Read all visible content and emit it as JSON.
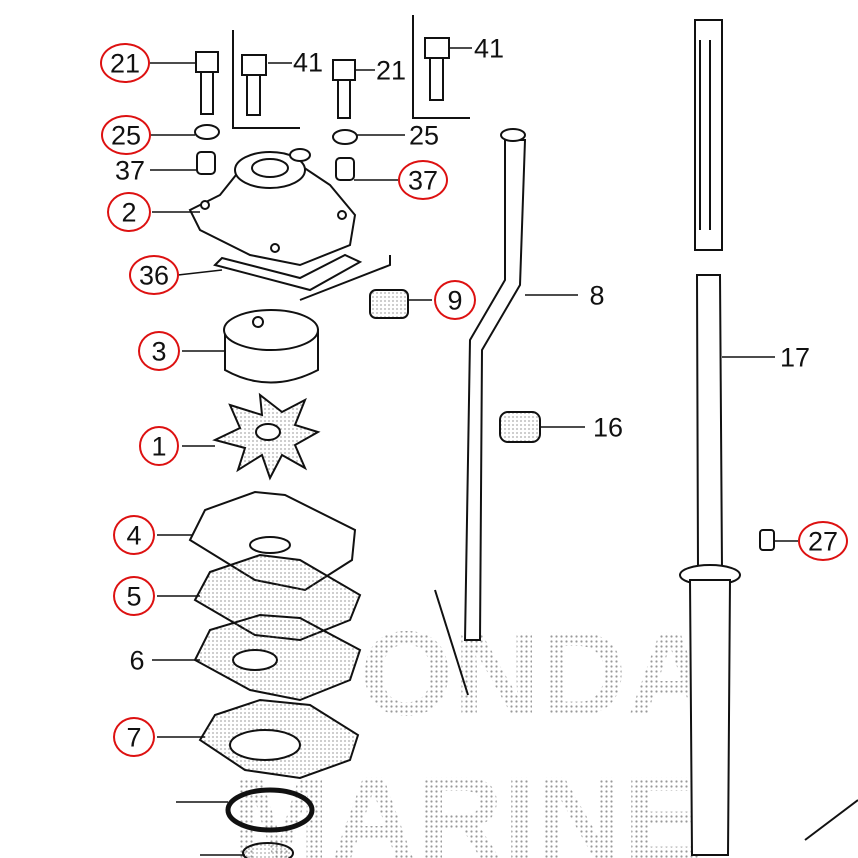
{
  "diagram": {
    "title": "Water pump and shafts exploded parts diagram",
    "watermark": "HONDA MARINE",
    "highlight_color": "#dd1111",
    "callouts": [
      {
        "id": "21a",
        "label": "21",
        "circled": true
      },
      {
        "id": "41a",
        "label": "41",
        "circled": false
      },
      {
        "id": "21b",
        "label": "21",
        "circled": false
      },
      {
        "id": "41b",
        "label": "41",
        "circled": false
      },
      {
        "id": "25a",
        "label": "25",
        "circled": true
      },
      {
        "id": "25b",
        "label": "25",
        "circled": false
      },
      {
        "id": "37a",
        "label": "37",
        "circled": false
      },
      {
        "id": "37b",
        "label": "37",
        "circled": true
      },
      {
        "id": "2",
        "label": "2",
        "circled": true
      },
      {
        "id": "36",
        "label": "36",
        "circled": true
      },
      {
        "id": "9",
        "label": "9",
        "circled": true
      },
      {
        "id": "8",
        "label": "8",
        "circled": false
      },
      {
        "id": "3",
        "label": "3",
        "circled": true
      },
      {
        "id": "17",
        "label": "17",
        "circled": false
      },
      {
        "id": "1",
        "label": "1",
        "circled": true
      },
      {
        "id": "16",
        "label": "16",
        "circled": false
      },
      {
        "id": "4",
        "label": "4",
        "circled": true
      },
      {
        "id": "27",
        "label": "27",
        "circled": true
      },
      {
        "id": "5",
        "label": "5",
        "circled": true
      },
      {
        "id": "6",
        "label": "6",
        "circled": false
      },
      {
        "id": "7",
        "label": "7",
        "circled": true
      }
    ]
  }
}
